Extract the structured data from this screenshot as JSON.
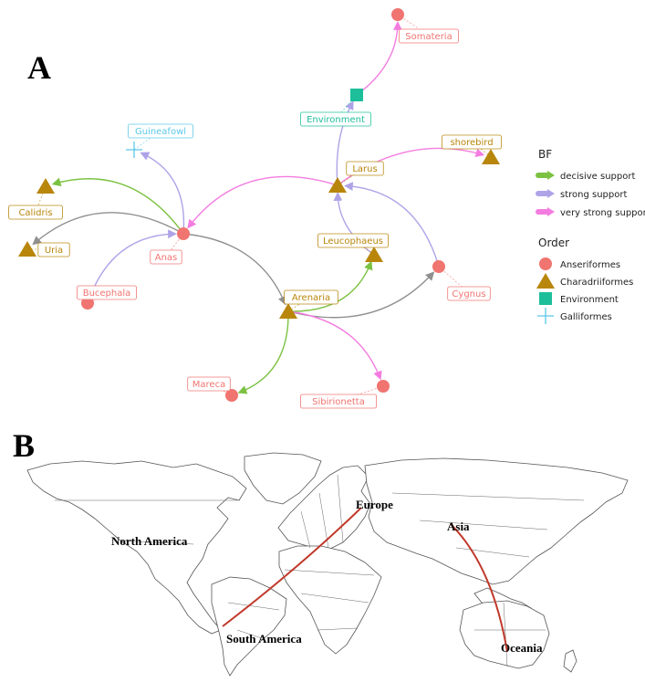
{
  "panel_a": {
    "letter": "A",
    "colors": {
      "Anseriformes": "#F07470",
      "Charadriiformes": "#B8860B",
      "Environment": "#1DBF9A",
      "Galliformes": "#5BC8E8",
      "decisive support": "#7CC242",
      "strong support": "#AFA3E8",
      "very strong support": "#F47CE0",
      "uncategorized": "#909090"
    },
    "nodes": [
      {
        "id": "Somateria",
        "label": "Somateria",
        "order": "Anseriformes"
      },
      {
        "id": "Environment",
        "label": "Environment",
        "order": "Environment"
      },
      {
        "id": "Guineafowl",
        "label": "Guineafowl",
        "order": "Galliformes"
      },
      {
        "id": "shorebird",
        "label": "shorebird",
        "order": "Charadriiformes"
      },
      {
        "id": "Larus",
        "label": "Larus",
        "order": "Charadriiformes"
      },
      {
        "id": "Calidris",
        "label": "Calidris",
        "order": "Charadriiformes"
      },
      {
        "id": "Uria",
        "label": "Uria",
        "order": "Charadriiformes"
      },
      {
        "id": "Anas",
        "label": "Anas",
        "order": "Anseriformes"
      },
      {
        "id": "Leucophaeus",
        "label": "Leucophaeus",
        "order": "Charadriiformes"
      },
      {
        "id": "Cygnus",
        "label": "Cygnus",
        "order": "Anseriformes"
      },
      {
        "id": "Bucephala",
        "label": "Bucephala",
        "order": "Anseriformes"
      },
      {
        "id": "Arenaria",
        "label": "Arenaria",
        "order": "Charadriiformes"
      },
      {
        "id": "Mareca",
        "label": "Mareca",
        "order": "Anseriformes"
      },
      {
        "id": "Sibirionetta",
        "label": "Sibirionetta",
        "order": "Anseriformes"
      }
    ],
    "edges": [
      {
        "from": "Environment",
        "to": "Somateria",
        "bf": "very strong support"
      },
      {
        "from": "Larus",
        "to": "Environment",
        "bf": "strong support"
      },
      {
        "from": "Larus",
        "to": "shorebird",
        "bf": "very strong support"
      },
      {
        "from": "Larus",
        "to": "Anas",
        "bf": "very strong support"
      },
      {
        "from": "Anas",
        "to": "Guineafowl",
        "bf": "strong support"
      },
      {
        "from": "Anas",
        "to": "Calidris",
        "bf": "decisive support"
      },
      {
        "from": "Anas",
        "to": "Uria",
        "bf": "uncategorized"
      },
      {
        "from": "Bucephala",
        "to": "Anas",
        "bf": "strong support"
      },
      {
        "from": "Anas",
        "to": "Arenaria",
        "bf": "uncategorized"
      },
      {
        "from": "Leucophaeus",
        "to": "Larus",
        "bf": "strong support"
      },
      {
        "from": "Cygnus",
        "to": "Larus",
        "bf": "strong support"
      },
      {
        "from": "Arenaria",
        "to": "Leucophaeus",
        "bf": "decisive support"
      },
      {
        "from": "Arenaria",
        "to": "Cygnus",
        "bf": "uncategorized"
      },
      {
        "from": "Arenaria",
        "to": "Mareca",
        "bf": "decisive support"
      },
      {
        "from": "Arenaria",
        "to": "Sibirionetta",
        "bf": "very strong support"
      }
    ],
    "legend": {
      "bf_title": "BF",
      "bf_items": [
        "decisive support",
        "strong support",
        "very strong support"
      ],
      "order_title": "Order",
      "order_items": [
        "Anseriformes",
        "Charadriiformes",
        "Environment",
        "Galliformes"
      ]
    }
  },
  "panel_b": {
    "letter": "B",
    "continents": [
      "North America",
      "South America",
      "Europe",
      "Asia",
      "Oceania"
    ],
    "routes": [
      {
        "from": "South America",
        "to": "Europe"
      },
      {
        "from": "Asia",
        "to": "Oceania"
      }
    ],
    "route_color": "#C0392B"
  }
}
